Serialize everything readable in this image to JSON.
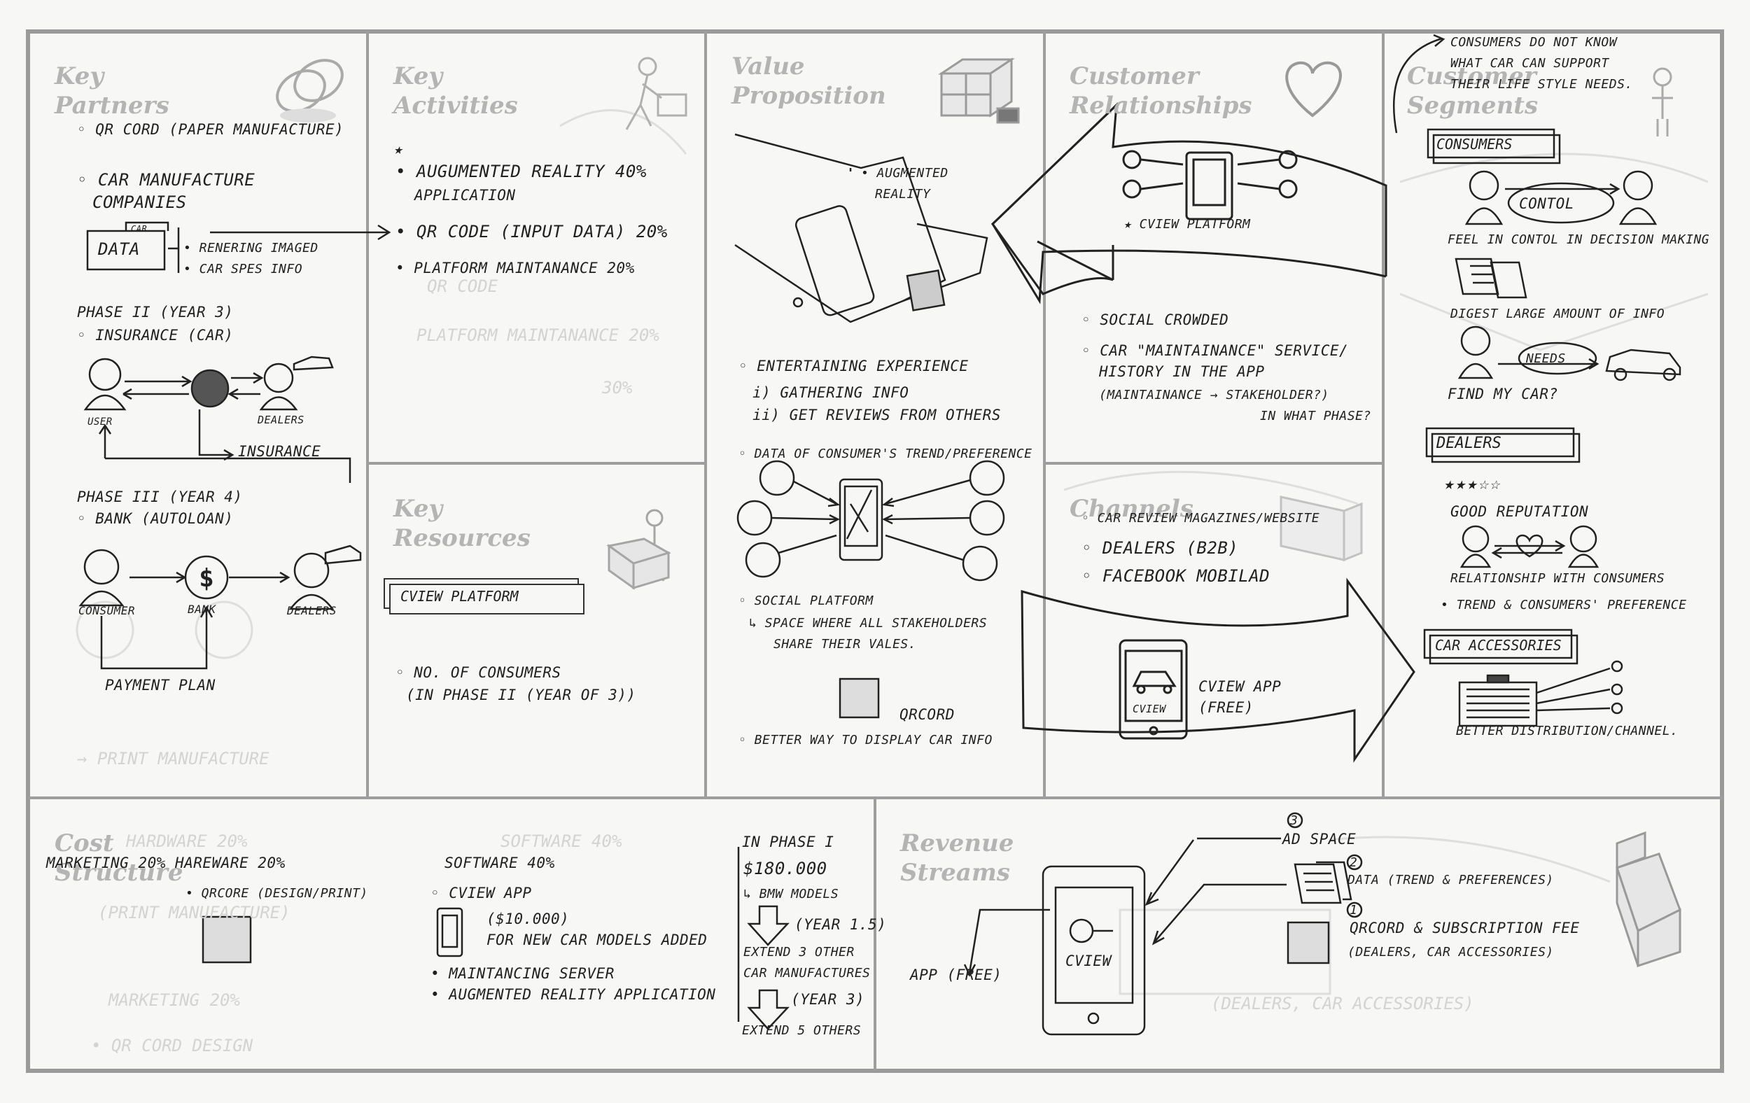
{
  "sections": {
    "key_partners": "Key\nPartners",
    "key_activities": "Key\nActivities",
    "value_proposition": "Value\nProposition",
    "customer_relationships": "Customer\nRelationships",
    "customer_segments": "Customer\nSegments",
    "key_resources": "Key\nResources",
    "channels": "Channels",
    "cost_structure": "Cost\nStructure",
    "revenue_streams": "Revenue\nStreams"
  },
  "key_partners": {
    "qr": "◦ QR CORD (PAPER MANUFACTURE)",
    "car1": "◦ CAR MANUFACTURE",
    "car2": "COMPANIES",
    "data_tag": "CAR",
    "data_label": "DATA",
    "rendering": "• RENERING IMAGED",
    "specs": "• CAR SPES INFO",
    "phase2": "PHASE II (YEAR 3)",
    "insurance_item": "◦ INSURANCE (CAR)",
    "user": "USER",
    "dealers1": "DEALERS",
    "insurance_flow": "INSURANCE",
    "phase3": "PHASE III (YEAR 4)",
    "bank_item": "◦ BANK (AUTOLOAN)",
    "consumer": "CONSUMER",
    "bank": "BANK",
    "dealers2": "DEALERS",
    "payment": "PAYMENT PLAN"
  },
  "key_activities": {
    "ar": "• AUGUMENTED REALITY  40%",
    "ar2": "APPLICATION",
    "qr": "• QR CODE (INPUT DATA)  20%",
    "platform": "• PLATFORM MAINTANANCE  20%"
  },
  "key_resources": {
    "cview": "CVIEW PLATFORM",
    "consumers": "◦ NO. OF CONSUMERS",
    "consumers2": "(IN PHASE II (YEAR OF 3))"
  },
  "value_proposition": {
    "ar": "• AUGMENTED",
    "ar2": "REALITY",
    "entertaining": "◦ ENTERTAINING EXPERIENCE",
    "gather": "i)  GATHERING INFO",
    "reviews": "ii)  GET REVIEWS FROM OTHERS",
    "data": "◦ DATA OF CONSUMER'S TREND/PREFERENCE",
    "social": "◦ SOCIAL PLATFORM",
    "space": "↳ SPACE WHERE ALL STAKEHOLDERS",
    "share": "SHARE  THEIR VALES.",
    "qrcord": "QRCORD",
    "better": "◦ BETTER WAY TO DISPLAY CAR INFO"
  },
  "customer_relationships": {
    "cview": "★ CVIEW PLATFORM",
    "social": "◦ SOCIAL CROWDED",
    "car": "◦ CAR \"MAINTAINANCE\" SERVICE/",
    "history": "HISTORY IN THE APP",
    "maint": "(MAINTAINANCE → STAKEHOLDER?)",
    "phase": "IN WHAT PHASE?"
  },
  "channels": {
    "mag": "◦ CAR REVIEW MAGAZINES/WEBSITE",
    "dealers": "◦ DEALERS (B2B)",
    "fb": "◦ FACEBOOK MOBILAD",
    "phone_label": "CVIEW",
    "app": "CVIEW APP",
    "free": "(FREE)"
  },
  "customer_segments": {
    "note1": "CONSUMERS DO NOT KNOW",
    "note2": "WHAT CAR CAN SUPPORT",
    "note3": "THEIR LIFE STYLE NEEDS.",
    "consumers_box": "CONSUMERS",
    "control": "CONTOL",
    "feel": "FEEL IN CONTOL IN DECISION MAKING",
    "digest": "DIGEST LARGE AMOUNT OF INFO",
    "needs": "NEEDS",
    "find": "FIND MY CAR?",
    "dealers_box": "DEALERS",
    "stars": "★★★☆☆",
    "good": "GOOD REPUTATION",
    "relationship": "RELATIONSHIP WITH CONSUMERS",
    "trend": "• TREND & CONSUMERS' PREFERENCE",
    "acc_box": "CAR ACCESSORIES",
    "better": "BETTER DISTRIBUTION/CHANNEL."
  },
  "cost_structure": {
    "marketing": "MARKETING 20%  HAREWARE 20%",
    "qrcore": "• QRCORE (DESIGN/PRINT)",
    "software": "SOFTWARE  40%",
    "cview": "◦ CVIEW APP",
    "price": "($10.000)",
    "new_models": "FOR NEW CAR MODELS ADDED",
    "server": "• MAINTANCING  SERVER",
    "ar": "• AUGMENTED REALITY APPLICATION",
    "phase1": "IN PHASE I",
    "amount": "$180.000",
    "bmw": "↳ BMW MODELS",
    "year15": "(YEAR 1.5)",
    "extend3": "EXTEND 3 OTHER",
    "car_man": "CAR MANUFACTURES",
    "year3": "(YEAR 3)",
    "extend5": "EXTEND 5 OTHERS"
  },
  "revenue_streams": {
    "n3": "3",
    "ad": "AD SPACE",
    "n2": "2",
    "data": "DATA (TREND & PREFERENCES)",
    "n1": "1",
    "qrcord": "QRCORD & SUBSCRIPTION FEE",
    "dealers": "(DEALERS, CAR ACCESSORIES)",
    "phone_label": "CVIEW",
    "app": "APP (FREE)"
  },
  "ghost": {
    "print": "→ PRINT MANUFACTURE",
    "hardware": "HARDWARE   20%",
    "qr_manu": "(PRINT MANUFACTURE)",
    "marketing": "MARKETING  20%",
    "qr_design": "• QR CORD DESIGN",
    "software": "SOFTWARE   40%",
    "subscription": "(DEALERS, CAR ACCESSORIES)",
    "qrcode": "QR CODE",
    "platform": "PLATFORM MAINTANANCE 20%",
    "pct": "30%"
  }
}
